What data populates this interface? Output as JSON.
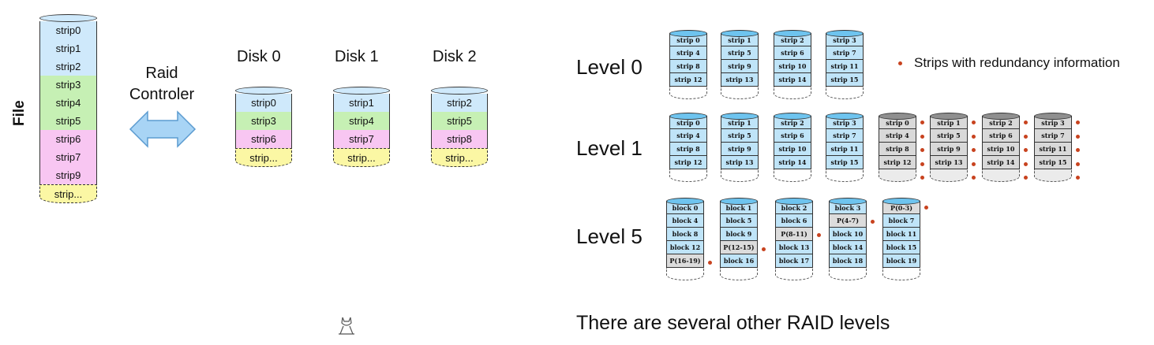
{
  "file": {
    "label": "File",
    "strips": [
      {
        "text": "strip0",
        "color": "blue"
      },
      {
        "text": "strip1",
        "color": "blue"
      },
      {
        "text": "strip2",
        "color": "blue"
      },
      {
        "text": "strip3",
        "color": "green"
      },
      {
        "text": "strip4",
        "color": "green"
      },
      {
        "text": "strip5",
        "color": "green"
      },
      {
        "text": "strip6",
        "color": "pink"
      },
      {
        "text": "strip7",
        "color": "pink"
      },
      {
        "text": "strip9",
        "color": "pink"
      },
      {
        "text": "strip...",
        "color": "yellow"
      }
    ]
  },
  "raid": {
    "line1": "Raid",
    "line2": "Controler"
  },
  "disks": [
    {
      "title": "Disk 0",
      "strips": [
        {
          "text": "strip0",
          "color": "blue"
        },
        {
          "text": "strip3",
          "color": "green"
        },
        {
          "text": "strip6",
          "color": "pink"
        },
        {
          "text": "strip...",
          "color": "yellow"
        }
      ]
    },
    {
      "title": "Disk 1",
      "strips": [
        {
          "text": "strip1",
          "color": "blue"
        },
        {
          "text": "strip4",
          "color": "green"
        },
        {
          "text": "strip7",
          "color": "pink"
        },
        {
          "text": "strip...",
          "color": "yellow"
        }
      ]
    },
    {
      "title": "Disk 2",
      "strips": [
        {
          "text": "strip2",
          "color": "blue"
        },
        {
          "text": "strip5",
          "color": "green"
        },
        {
          "text": "strip8",
          "color": "pink"
        },
        {
          "text": "strip...",
          "color": "yellow"
        }
      ]
    }
  ],
  "levels": [
    {
      "label": "Level 0",
      "cylinders": [
        {
          "style": "blue",
          "cells": [
            "strip 0",
            "strip 4",
            "strip 8",
            "strip 12"
          ],
          "dots": []
        },
        {
          "style": "blue",
          "cells": [
            "strip 1",
            "strip 5",
            "strip 9",
            "strip 13"
          ],
          "dots": []
        },
        {
          "style": "blue",
          "cells": [
            "strip 2",
            "strip 6",
            "strip 10",
            "strip 14"
          ],
          "dots": []
        },
        {
          "style": "blue",
          "cells": [
            "strip 3",
            "strip 7",
            "strip 11",
            "strip 15"
          ],
          "dots": []
        }
      ]
    },
    {
      "label": "Level 1",
      "cylinders": [
        {
          "style": "blue",
          "cells": [
            "strip 0",
            "strip 4",
            "strip 8",
            "strip 12"
          ],
          "dots": []
        },
        {
          "style": "blue",
          "cells": [
            "strip 1",
            "strip 5",
            "strip 9",
            "strip 13"
          ],
          "dots": []
        },
        {
          "style": "blue",
          "cells": [
            "strip 2",
            "strip 6",
            "strip 10",
            "strip 14"
          ],
          "dots": []
        },
        {
          "style": "blue",
          "cells": [
            "strip 3",
            "strip 7",
            "strip 11",
            "strip 15"
          ],
          "dots": []
        },
        {
          "style": "gray",
          "cells": [
            "strip 0",
            "strip 4",
            "strip 8",
            "strip 12"
          ],
          "dots": [
            0,
            1,
            2,
            3,
            4
          ]
        },
        {
          "style": "gray",
          "cells": [
            "strip 1",
            "strip 5",
            "strip 9",
            "strip 13"
          ],
          "dots": [
            0,
            1,
            2,
            3,
            4
          ]
        },
        {
          "style": "gray",
          "cells": [
            "strip 2",
            "strip 6",
            "strip 10",
            "strip 14"
          ],
          "dots": [
            0,
            1,
            2,
            3,
            4
          ]
        },
        {
          "style": "gray",
          "cells": [
            "strip 3",
            "strip 7",
            "strip 11",
            "strip 15"
          ],
          "dots": [
            0,
            1,
            2,
            3,
            4
          ]
        }
      ]
    },
    {
      "label": "Level 5",
      "cylinders": [
        {
          "style": "blue",
          "cells": [
            "block 0",
            "block 4",
            "block 8",
            "block 12",
            "P(16-19)"
          ],
          "parity": [
            4
          ],
          "dots": [
            4
          ]
        },
        {
          "style": "blue",
          "cells": [
            "block 1",
            "block 5",
            "block 9",
            "P(12-15)",
            "block 16"
          ],
          "parity": [
            3
          ],
          "dots": [
            3
          ]
        },
        {
          "style": "blue",
          "cells": [
            "block 2",
            "block 6",
            "P(8-11)",
            "block 13",
            "block 17"
          ],
          "parity": [
            2
          ],
          "dots": [
            2
          ]
        },
        {
          "style": "blue",
          "cells": [
            "block 3",
            "P(4-7)",
            "block 10",
            "block 14",
            "block 18"
          ],
          "parity": [
            1
          ],
          "dots": [
            1
          ]
        },
        {
          "style": "blue",
          "cells": [
            "P(0-3)",
            "block 7",
            "block 11",
            "block 15",
            "block 19"
          ],
          "parity": [
            0
          ],
          "dots": [
            0
          ]
        }
      ]
    }
  ],
  "legend": {
    "bullet": "•",
    "text": "Strips with redundancy information"
  },
  "footer": "There are several other RAID levels",
  "colors": {
    "blue": "#cfe9fb",
    "green": "#c6f0b4",
    "pink": "#f8c6f2",
    "yellow": "#fbf7a4",
    "dot": "#c8431f",
    "arrow": "#a8d4f5"
  }
}
